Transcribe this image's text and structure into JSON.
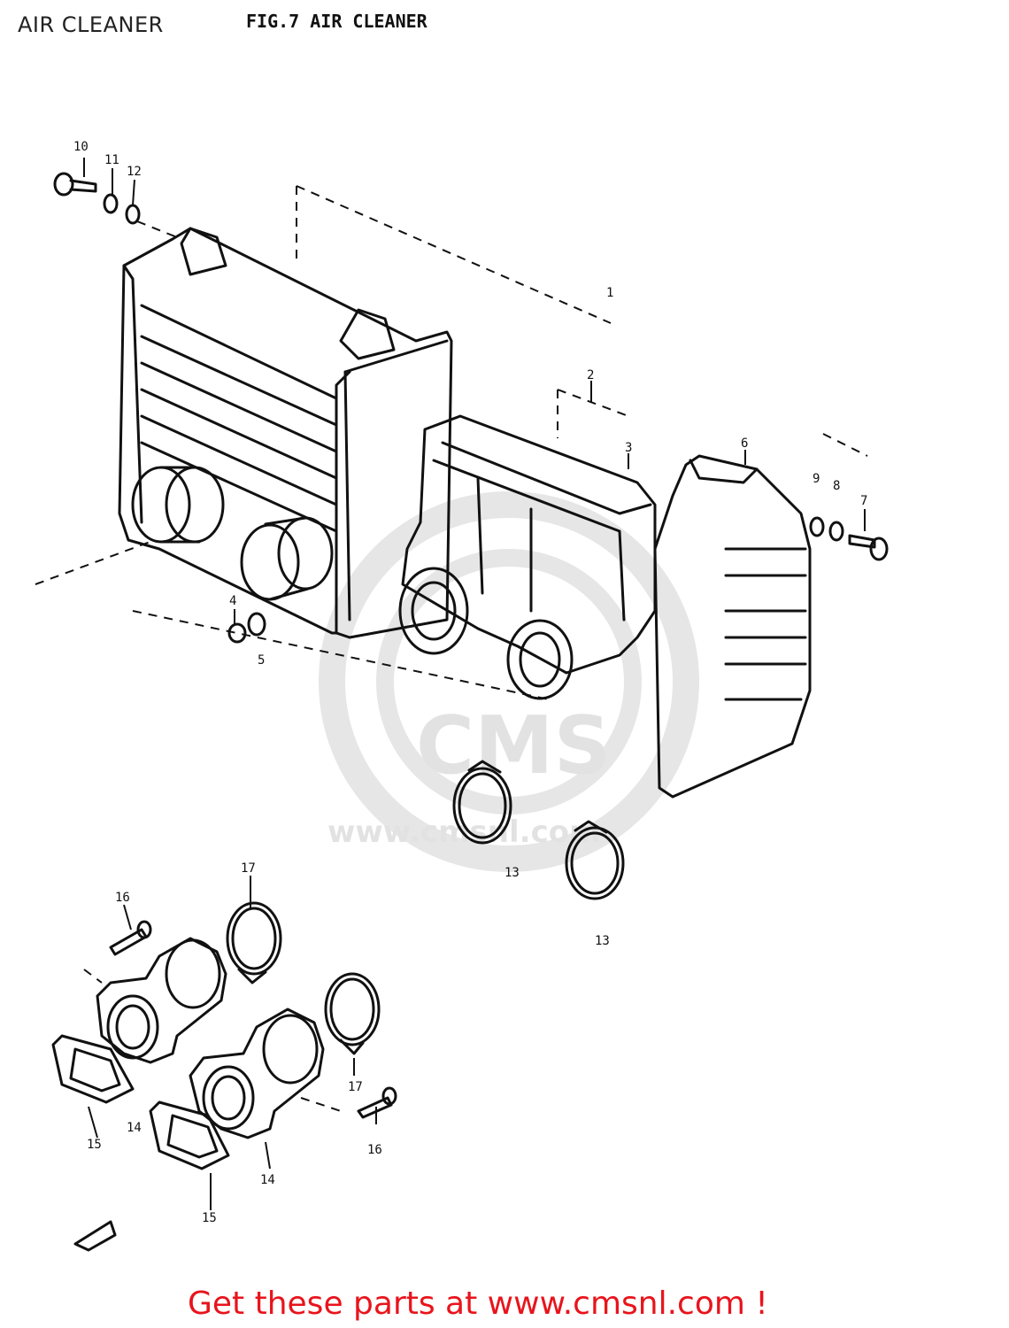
{
  "page": {
    "title": "AIR CLEANER",
    "figure_title": "FIG.7  AIR CLEANER",
    "footer_link": "Get these parts at www.cmsnl.com !"
  },
  "watermark": {
    "brand": "CMS",
    "url": "www.cmsnl.com",
    "color": "#666666"
  },
  "callouts": [
    {
      "id": "c10",
      "label": "10"
    },
    {
      "id": "c11",
      "label": "11"
    },
    {
      "id": "c12",
      "label": "12"
    },
    {
      "id": "c1",
      "label": "1"
    },
    {
      "id": "c2",
      "label": "2"
    },
    {
      "id": "c3",
      "label": "3"
    },
    {
      "id": "c6",
      "label": "6"
    },
    {
      "id": "c9",
      "label": "9"
    },
    {
      "id": "c8",
      "label": "8"
    },
    {
      "id": "c7",
      "label": "7"
    },
    {
      "id": "c4",
      "label": "4"
    },
    {
      "id": "c5",
      "label": "5"
    },
    {
      "id": "c13a",
      "label": "13"
    },
    {
      "id": "c13b",
      "label": "13"
    },
    {
      "id": "c17a",
      "label": "17"
    },
    {
      "id": "c17b",
      "label": "17"
    },
    {
      "id": "c16a",
      "label": "16"
    },
    {
      "id": "c16b",
      "label": "16"
    },
    {
      "id": "c14a",
      "label": "14"
    },
    {
      "id": "c14b",
      "label": "14"
    },
    {
      "id": "c15a",
      "label": "15"
    },
    {
      "id": "c15b",
      "label": "15"
    }
  ],
  "colors": {
    "link": "#e8141c",
    "line": "#111111"
  }
}
